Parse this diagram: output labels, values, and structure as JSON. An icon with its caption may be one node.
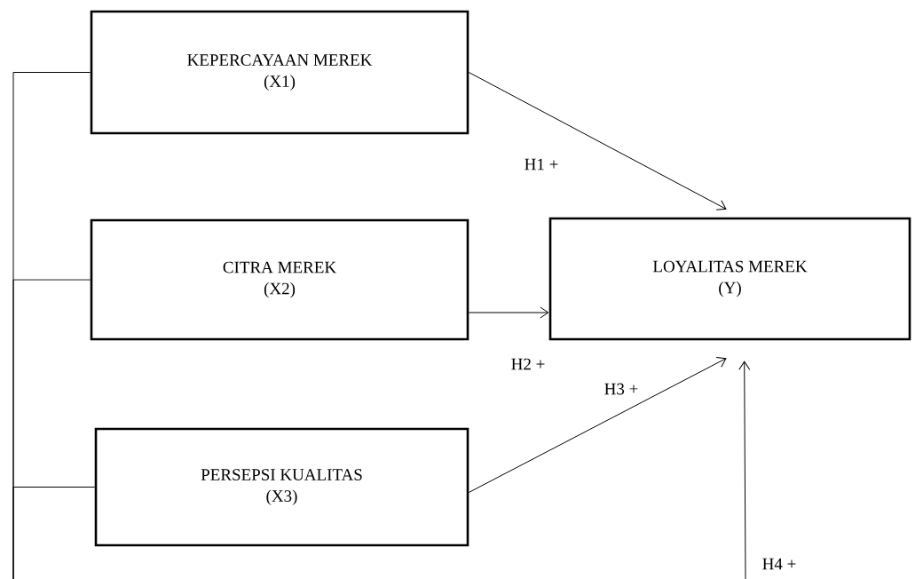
{
  "diagram": {
    "nodes": [
      {
        "text": [
          "KEPERCAYAAN MEREK",
          "(X1)"
        ]
      },
      {
        "text": [
          "CITRA MEREK",
          "(X2)"
        ]
      },
      {
        "text": [
          "PERSEPSI KUALITAS",
          "(X3)"
        ]
      },
      {
        "text": [
          "LOYALITAS MEREK",
          "(Y)"
        ]
      }
    ],
    "edges": [
      {
        "from": 0,
        "to": 3,
        "arrow": "to",
        "label": "H1 +"
      },
      {
        "from": 1,
        "to": 3,
        "arrow": "to",
        "label": "H2 +"
      },
      {
        "from": 2,
        "to": 3,
        "arrow": "to",
        "label": "H3 +"
      },
      {
        "from": null,
        "to": 3,
        "arrow": "to",
        "label": "H4 +"
      },
      {
        "from": null,
        "to": 0,
        "arrow": "none"
      },
      {
        "from": null,
        "to": 1,
        "arrow": "none"
      },
      {
        "from": null,
        "to": 2,
        "arrow": "none"
      }
    ]
  }
}
